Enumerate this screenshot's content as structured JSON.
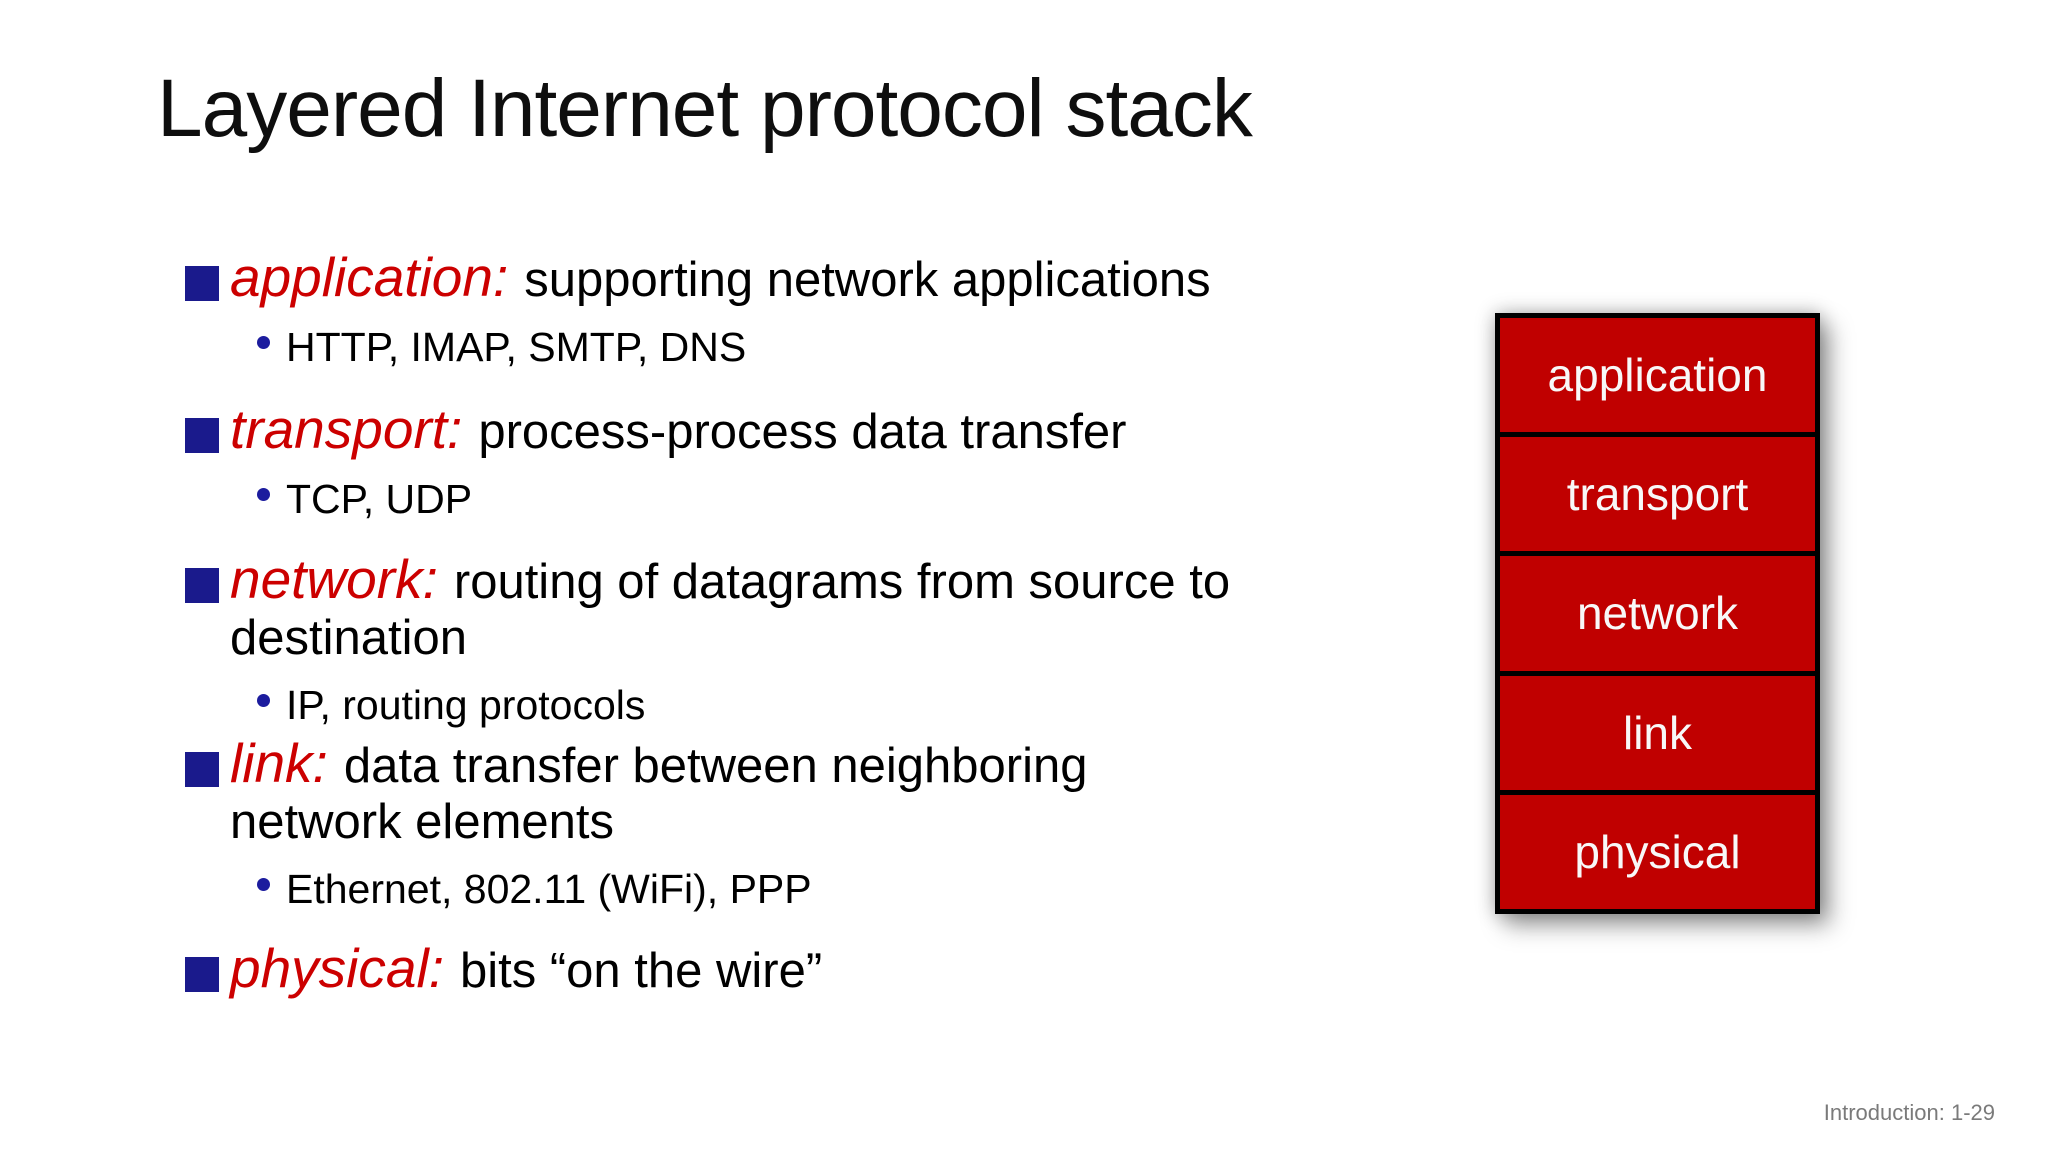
{
  "slide": {
    "title": "Layered Internet protocol stack",
    "footer": "Introduction: 1-29"
  },
  "bullets": [
    {
      "term": "application:",
      "desc_line1": "supporting network applications",
      "sub": "HTTP, IMAP, SMTP, DNS"
    },
    {
      "term": "transport:",
      "desc_line1": "process-process data transfer",
      "sub": "TCP, UDP"
    },
    {
      "term": "network:",
      "desc_line1": "routing of datagrams from source to",
      "desc_line2": "destination",
      "sub": "IP, routing protocols"
    },
    {
      "term": "link:",
      "desc_line1": "data transfer between neighboring",
      "desc_line2": "network elements",
      "sub": "Ethernet, 802.11 (WiFi), PPP"
    },
    {
      "term": "physical:",
      "desc_line1": "bits “on the wire”"
    }
  ],
  "stack": {
    "layers": [
      "application",
      "transport",
      "network",
      "link",
      "physical"
    ]
  },
  "colors": {
    "term_red": "#cc0000",
    "stack_box_red": "#c00000",
    "stack_border": "#000000",
    "stack_text": "#f8f8f8",
    "bullet_square_blue": "#1a1a8c",
    "sub_bullet_dot_blue": "#1c1c9e",
    "body_text": "#000000",
    "footer_gray": "#7a7a7a",
    "background": "#ffffff"
  }
}
